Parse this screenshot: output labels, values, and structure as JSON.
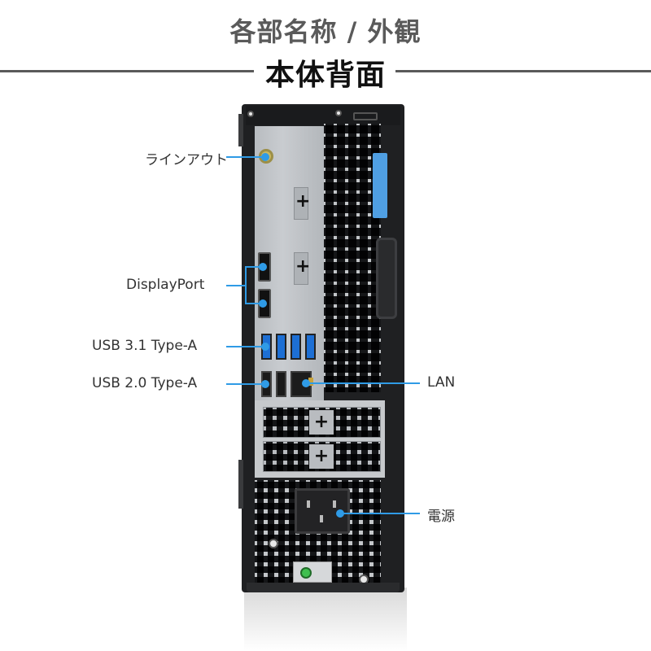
{
  "header": {
    "subtitle": "各部名称 / 外観",
    "title": "本体背面"
  },
  "colors": {
    "accent_line": "#2f9be6",
    "title_gray": "#5a5a5a",
    "title_black": "#111111",
    "label_text": "#333333"
  },
  "callouts": {
    "left": [
      {
        "id": "line-out",
        "label": "ラインアウト"
      },
      {
        "id": "displayport",
        "label": "DisplayPort"
      },
      {
        "id": "usb31",
        "label": "USB 3.1 Type-A"
      },
      {
        "id": "usb20",
        "label": "USB 2.0 Type-A"
      }
    ],
    "right": [
      {
        "id": "lan",
        "label": "LAN"
      },
      {
        "id": "power",
        "label": "電源"
      }
    ]
  },
  "image": {
    "subject": "desktop-pc-rear-view"
  }
}
